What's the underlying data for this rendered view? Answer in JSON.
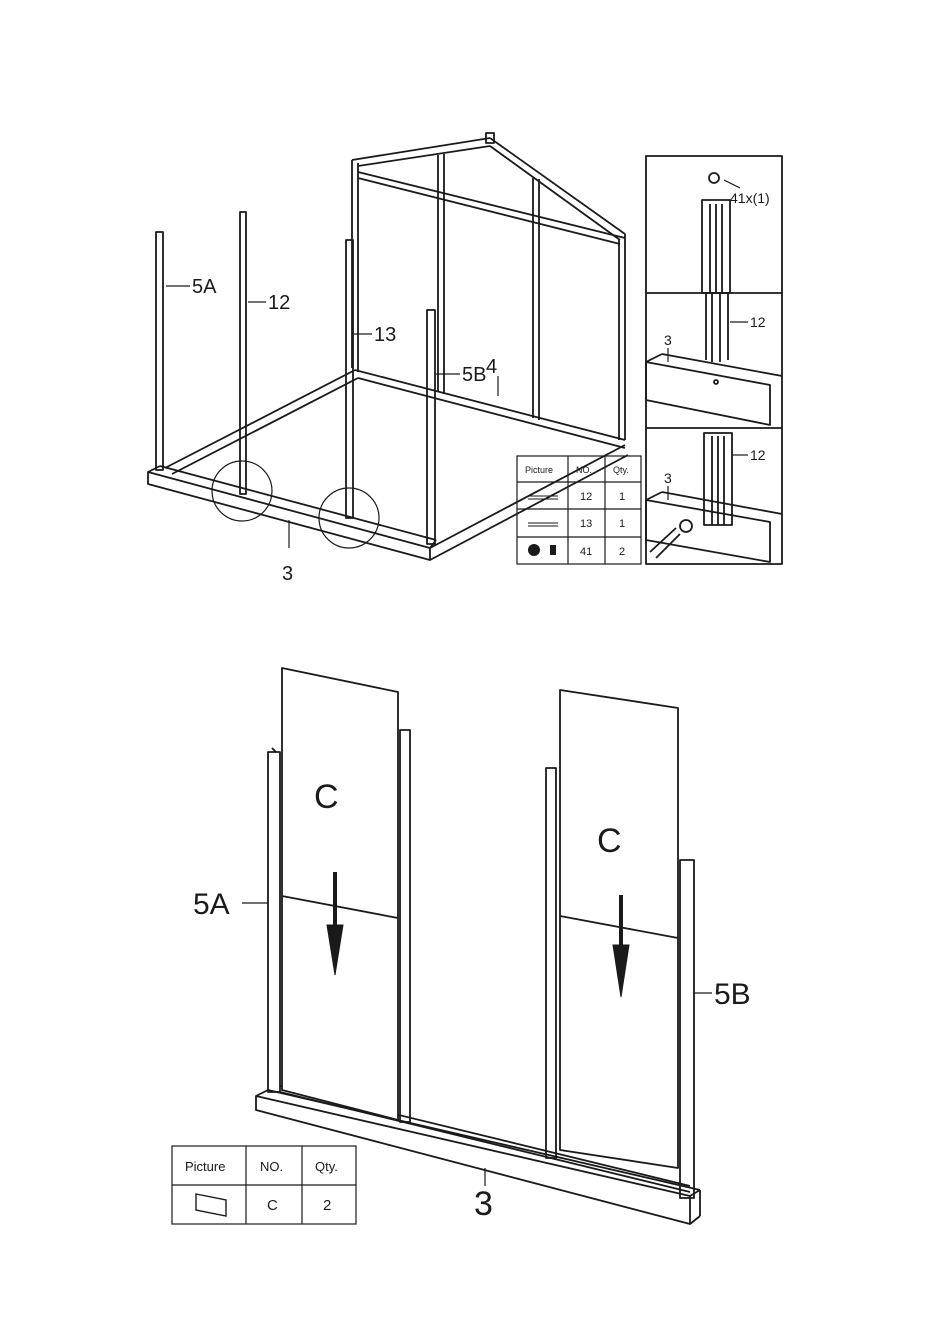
{
  "top": {
    "labels": {
      "l5a": "5A",
      "l12": "12",
      "l13": "13",
      "l5b": "5B",
      "l4": "4",
      "l3": "3"
    },
    "detail": {
      "screw": "41x(1)",
      "p1_12": "12",
      "p2_3": "3",
      "p2_12": "12",
      "p3_3": "3",
      "p3_12": "12"
    },
    "table": {
      "headers": [
        "Picture",
        "NO.",
        "Qty."
      ],
      "rows": [
        {
          "no": "12",
          "qty": "1",
          "picture": "bar-part-icon"
        },
        {
          "no": "13",
          "qty": "1",
          "picture": "bar-part-icon"
        },
        {
          "no": "41",
          "qty": "2",
          "picture": "bolt-nut-icon"
        }
      ]
    }
  },
  "bottom": {
    "labels": {
      "c1": "C",
      "c2": "C",
      "l5a": "5A",
      "l5b": "5B",
      "l3": "3"
    },
    "table": {
      "headers": [
        "Picture",
        "NO.",
        "Qty."
      ],
      "rows": [
        {
          "no": "C",
          "qty": "2",
          "picture": "panel-part-icon"
        }
      ]
    }
  },
  "colors": {
    "line": "#1a1a1a",
    "panel": "#ffffff"
  }
}
